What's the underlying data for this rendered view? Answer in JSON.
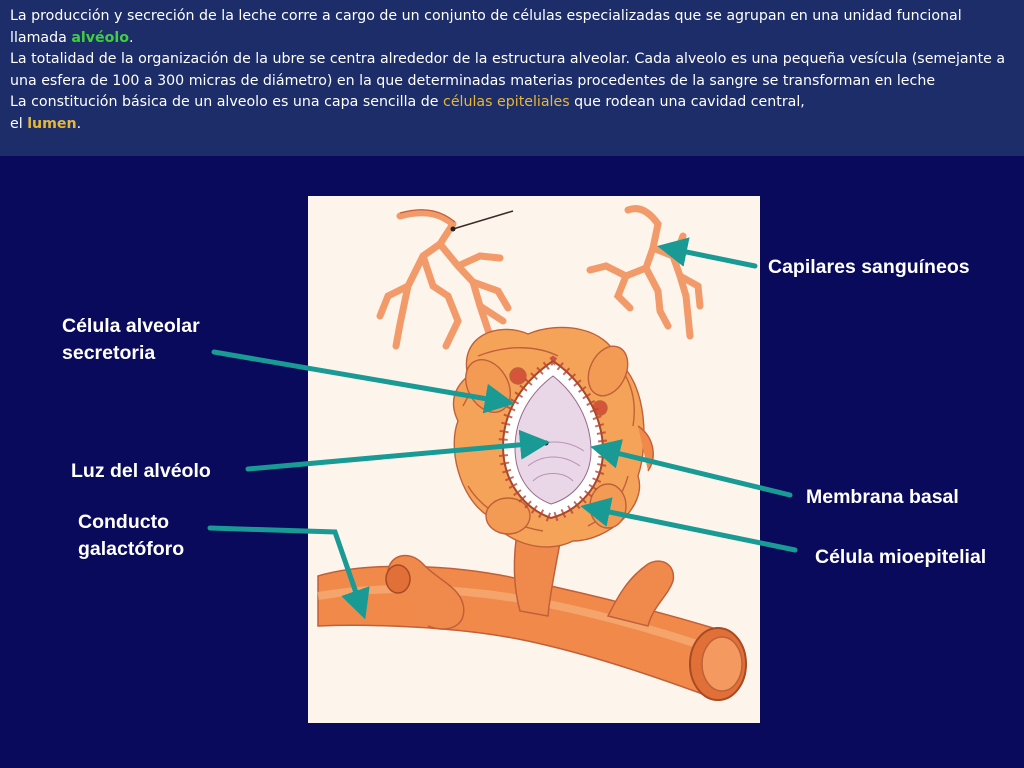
{
  "intro": {
    "p1_a": "La producción y secreción de la leche corre a cargo de un conjunto de células especializadas que se agrupan en una unidad funcional llamada ",
    "p1_term": "alvéolo",
    "p1_end": ".",
    "p2": "La totalidad de la organización de la ubre se centra alrededor de la estructura alveolar. Cada alveolo es una pequeña vesícula (semejante a una esfera de 100 a 300 micras de diámetro) en la que determinadas materias procedentes de la sangre se transforman en leche",
    "p3_a": "La constitución básica de un alveolo es una capa sencilla de ",
    "p3_term1": "células epiteliales",
    "p3_b": " que rodean una cavidad central,",
    "p3_c": "el ",
    "p3_term2": "lumen",
    "p3_end": "."
  },
  "labels": {
    "capilares": "Capilares sanguíneos",
    "celula_alveolar_1": "Célula alveolar",
    "celula_alveolar_2": "secretoria",
    "luz": "Luz del alvéolo",
    "membrana": "Membrana basal",
    "conducto_1": "Conducto",
    "conducto_2": "galactóforo",
    "mioepitelial": "Célula mioepitelial"
  },
  "colors": {
    "background": "#0a0a5c",
    "text_band": "#1c2d6a",
    "term_green": "#3fcf3f",
    "term_gold": "#e8b832",
    "arrow_teal": "#1a9a94",
    "tissue_orange": "#f0964e"
  }
}
